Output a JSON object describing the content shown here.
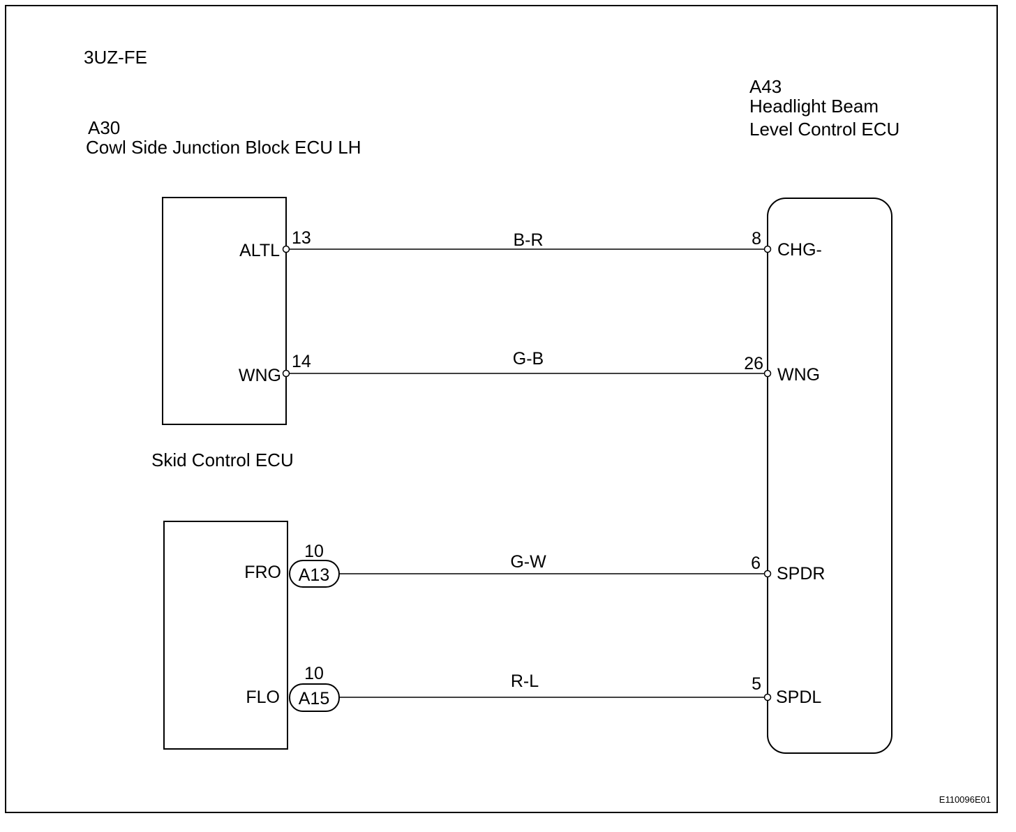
{
  "engine": "3UZ-FE",
  "components": {
    "a30": {
      "code": "A30",
      "name": "Cowl Side Junction Block ECU LH"
    },
    "a43": {
      "code": "A43",
      "name_line1": "Headlight Beam",
      "name_line2": "Level Control ECU"
    },
    "skid": {
      "name": "Skid Control ECU"
    }
  },
  "wires": [
    {
      "from_terminal": "ALTL",
      "from_pin": "13",
      "color": "B-R",
      "to_pin": "8",
      "to_terminal": "CHG-"
    },
    {
      "from_terminal": "WNG",
      "from_pin": "14",
      "color": "G-B",
      "to_pin": "26",
      "to_terminal": "WNG"
    },
    {
      "from_terminal": "FRO",
      "connector": "A13",
      "connector_pin": "10",
      "color": "G-W",
      "to_pin": "6",
      "to_terminal": "SPDR"
    },
    {
      "from_terminal": "FLO",
      "connector": "A15",
      "connector_pin": "10",
      "color": "R-L",
      "to_pin": "5",
      "to_terminal": "SPDL"
    }
  ],
  "figure_id": "E110096E01"
}
